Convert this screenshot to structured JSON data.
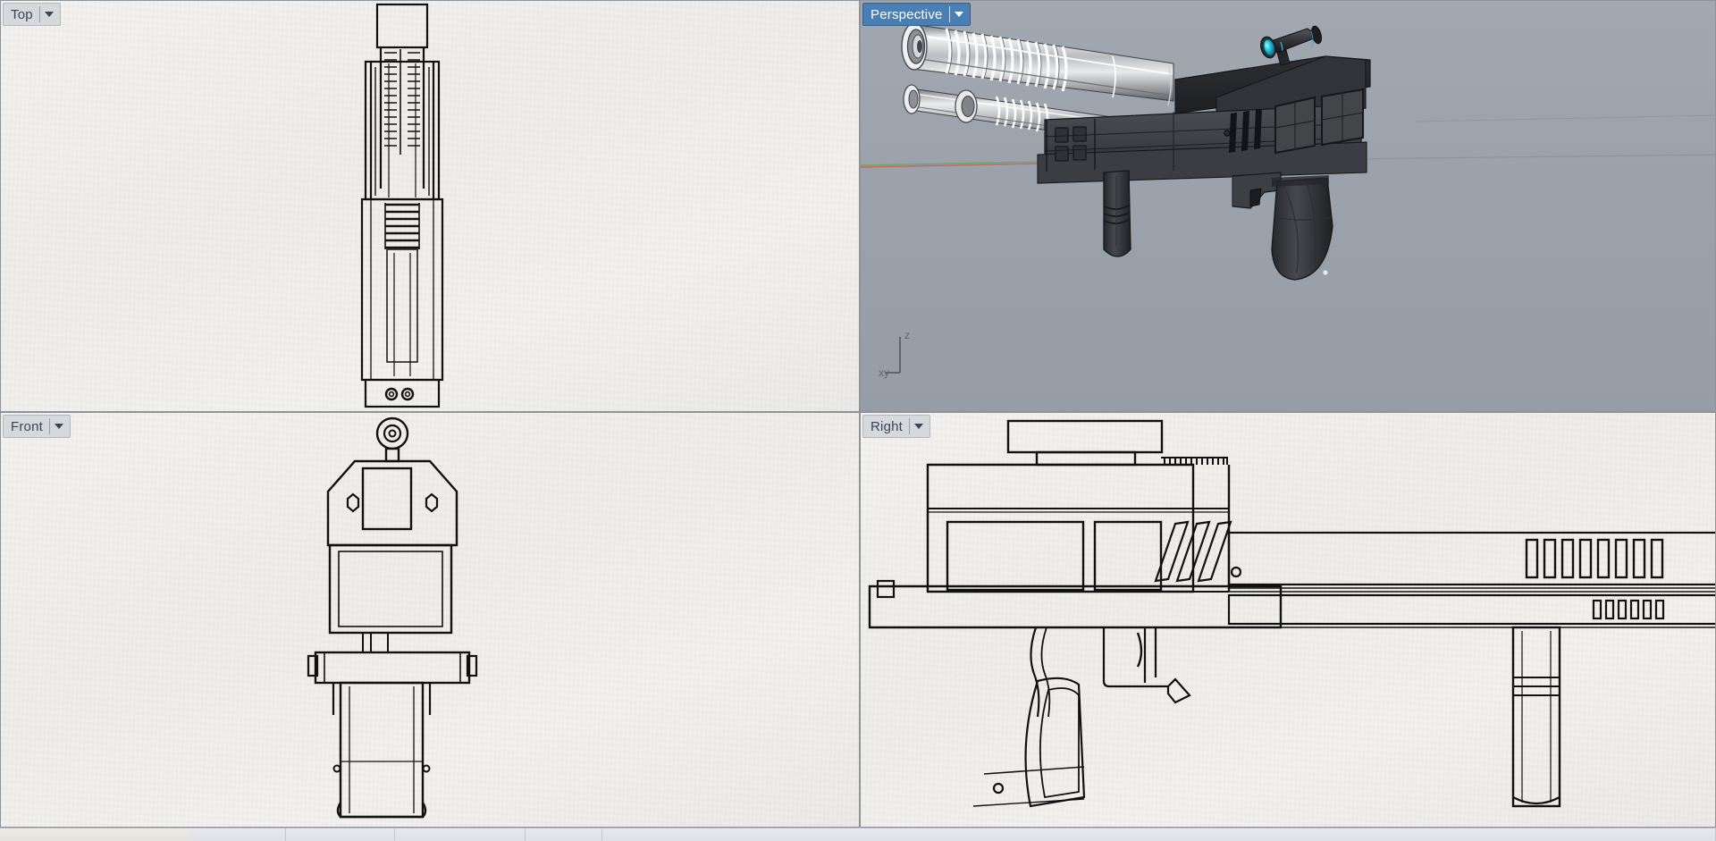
{
  "app": {
    "kind": "cad-modeler",
    "layout": "four-viewport",
    "background_color": "#c9c9c4"
  },
  "viewports": [
    {
      "id": "top",
      "label": "Top",
      "display_mode": "wireframe",
      "active": false,
      "background_color": "#f0efeb",
      "caret": "chevron-down-icon"
    },
    {
      "id": "perspective",
      "label": "Perspective",
      "display_mode": "shaded",
      "active": true,
      "background_color": "#9ba2ab",
      "caret": "chevron-down-icon",
      "gizmo": {
        "z_label": "z",
        "xy_label": "xy"
      }
    },
    {
      "id": "front",
      "label": "Front",
      "display_mode": "wireframe",
      "active": false,
      "background_color": "#f0efeb",
      "caret": "chevron-down-icon"
    },
    {
      "id": "right",
      "label": "Right",
      "display_mode": "wireframe",
      "active": false,
      "background_color": "#f0efeb",
      "caret": "chevron-down-icon"
    }
  ],
  "model": {
    "subject": "submachine-gun",
    "wireframe_line_color": "#111111",
    "shaded_body_color": "#3a3c40",
    "shaded_metal_color": "#d6d8da",
    "accent_lens_color": "#22c6dd",
    "ground_axis_colors": {
      "x": "#c06a6a",
      "y": "#6aaa5e"
    },
    "components": [
      "barrel-shroud",
      "under-barrel",
      "receiver",
      "optic-scope",
      "picatinny-rail",
      "vertical-foregrip",
      "pistol-grip",
      "trigger",
      "trigger-guard",
      "magazine",
      "cooling-vents"
    ]
  },
  "statusbar": {
    "segments": [
      "",
      "",
      "",
      "",
      "",
      ""
    ]
  }
}
